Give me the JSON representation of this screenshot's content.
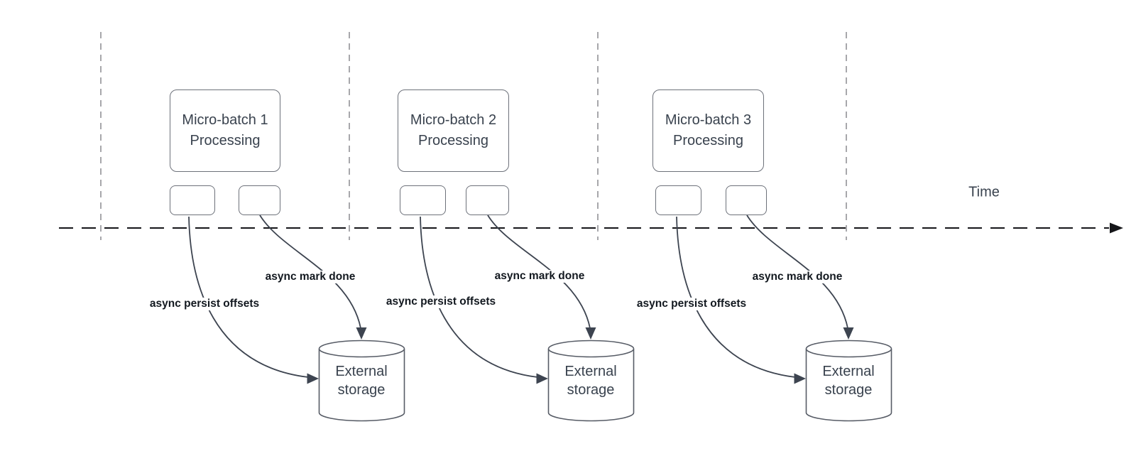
{
  "diagram": {
    "time_axis_label": "Time",
    "batches": [
      {
        "id": "batch-1",
        "box_title": "Micro-batch 1\nProcessing",
        "persist_label": "async persist offsets",
        "done_label": "async mark done",
        "storage_label": "External\nstorage"
      },
      {
        "id": "batch-2",
        "box_title": "Micro-batch 2\nProcessing",
        "persist_label": "async persist offsets",
        "done_label": "async mark done",
        "storage_label": "External\nstorage"
      },
      {
        "id": "batch-3",
        "box_title": "Micro-batch 3\nProcessing",
        "persist_label": "async persist offsets",
        "done_label": "async mark done",
        "storage_label": "External\nstorage"
      }
    ],
    "colors": {
      "background": "#ffffff",
      "lane_divider": "#a7a7ab",
      "timeline": "#151619",
      "shape_border": "#6d717a",
      "arrow": "#3d4450",
      "box_text": "#39424e",
      "edge_label_text": "#12181f"
    }
  }
}
